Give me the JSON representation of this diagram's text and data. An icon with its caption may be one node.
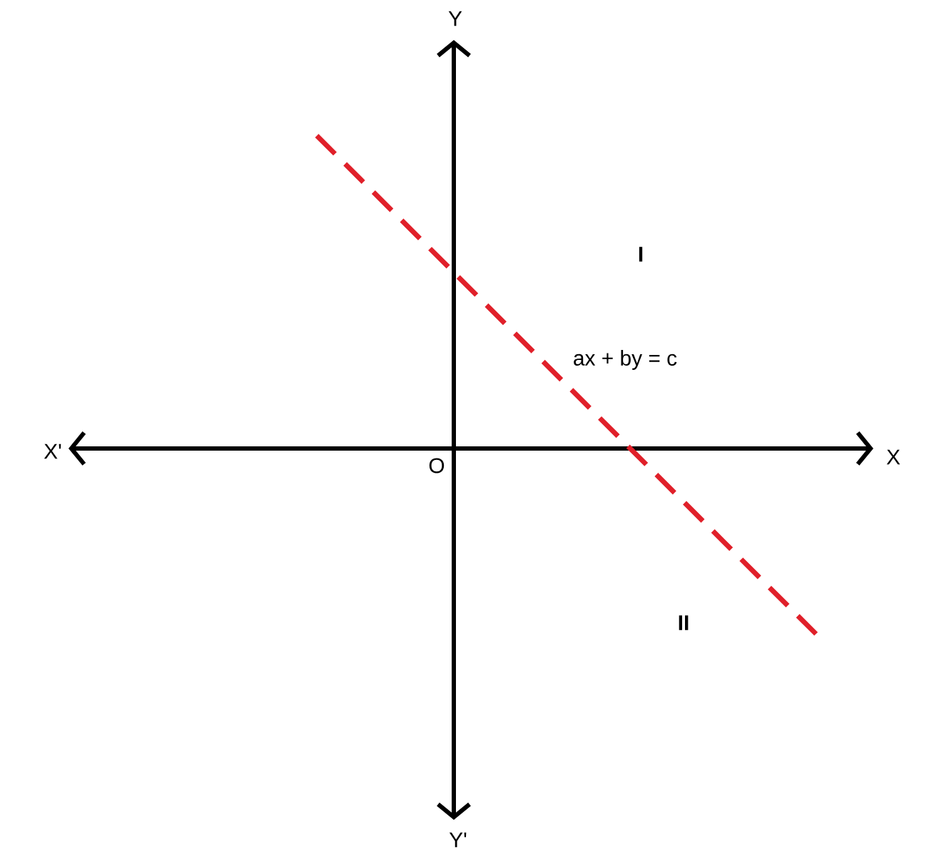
{
  "diagram": {
    "labels": [
      "Y",
      "I",
      "ax + by = c",
      "X'",
      "X",
      "O",
      "II",
      "Y'"
    ]
  }
}
